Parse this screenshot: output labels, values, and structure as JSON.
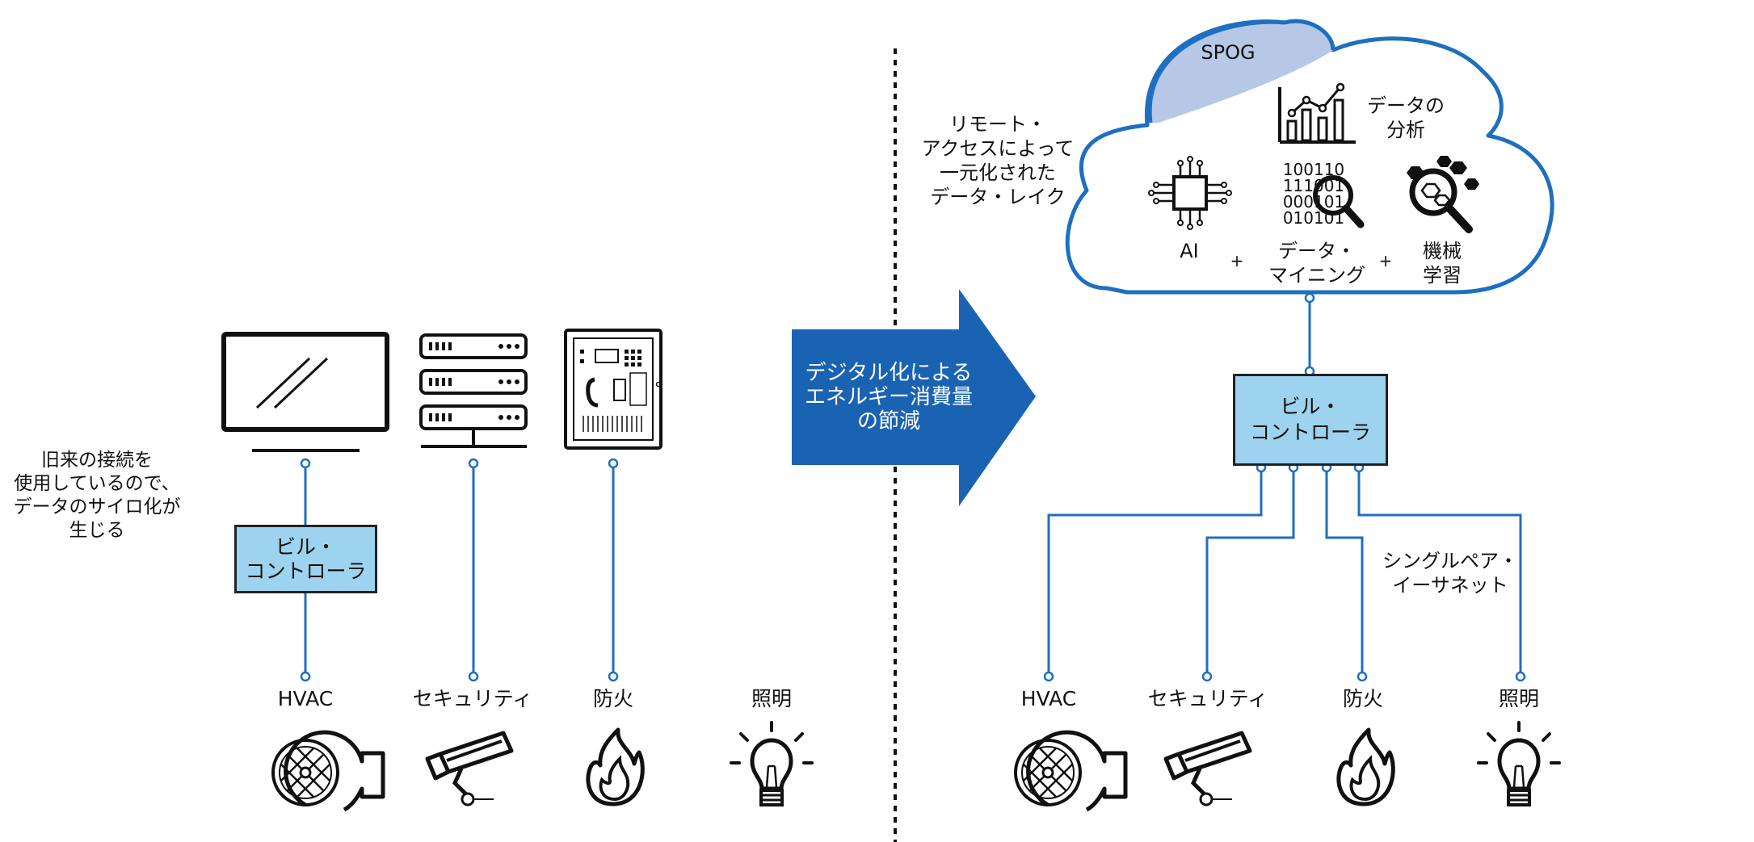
{
  "colors": {
    "line": "#1f6fc0",
    "controller_fill": "#9dd3ee",
    "arrow_fill": "#1a63b3",
    "spog_fill": "#b7c8e6",
    "cloud_stroke": "#1f6fc0"
  },
  "left": {
    "note": "旧来の接続を\n使用しているので、\nデータのサイロ化が\n生じる",
    "controller": "ビル・\nコントローラ",
    "devices": [
      {
        "label": "HVAC",
        "icon": "fan-icon"
      },
      {
        "label": "セキュリティ",
        "icon": "camera-icon"
      },
      {
        "label": "防火",
        "icon": "flame-icon"
      },
      {
        "label": "照明",
        "icon": "bulb-icon"
      }
    ],
    "top_icons": [
      "monitor-icon",
      "server-icon",
      "fire-panel-icon"
    ]
  },
  "arrow": {
    "text": "デジタル化による\nエネルギー消費量\nの節減"
  },
  "right": {
    "cloud": {
      "spog": "SPOG",
      "analytics": "データの\n分析",
      "ai": "AI",
      "plus": "+",
      "mining": "データ・\nマイニング",
      "ml": "機械\n学習",
      "binary": "100110\n111001\n000101\n010101"
    },
    "lake_note": "リモート・\nアクセスによって\n一元化された\nデータ・レイク",
    "controller": "ビル・\nコントローラ",
    "spe_note": "シングルペア・\nイーサネット",
    "devices": [
      {
        "label": "HVAC",
        "icon": "fan-icon"
      },
      {
        "label": "セキュリティ",
        "icon": "camera-icon"
      },
      {
        "label": "防火",
        "icon": "flame-icon"
      },
      {
        "label": "照明",
        "icon": "bulb-icon"
      }
    ]
  }
}
